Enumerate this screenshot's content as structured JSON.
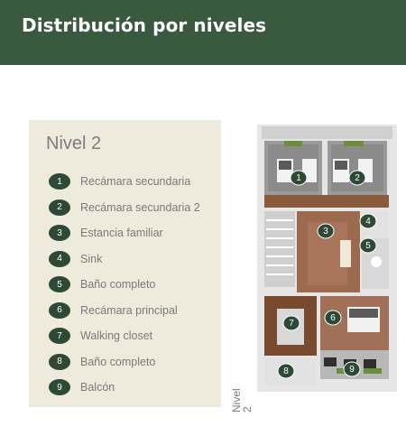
{
  "header": {
    "title": "Distribución por niveles"
  },
  "legend": {
    "title": "Nivel 2",
    "items": [
      {
        "number": "1",
        "label": "Recámara secundaria"
      },
      {
        "number": "2",
        "label": "Recámara secundaria 2"
      },
      {
        "number": "3",
        "label": "Estancia familiar"
      },
      {
        "number": "4",
        "label": "Sink"
      },
      {
        "number": "5",
        "label": "Baño completo"
      },
      {
        "number": "6",
        "label": "Recámara principal"
      },
      {
        "number": "7",
        "label": "Walking closet"
      },
      {
        "number": "8",
        "label": "Baño completo"
      },
      {
        "number": "9",
        "label": "Balcón"
      }
    ]
  },
  "floor_plan": {
    "level_label_line1": "Nivel",
    "level_label_line2": "2",
    "markers": [
      "1",
      "2",
      "3",
      "4",
      "5",
      "6",
      "7",
      "8",
      "9"
    ]
  },
  "colors": {
    "header_bg": "#3a5a40",
    "panel_bg": "#eeeadc",
    "badge_bg": "#2e4a37"
  }
}
